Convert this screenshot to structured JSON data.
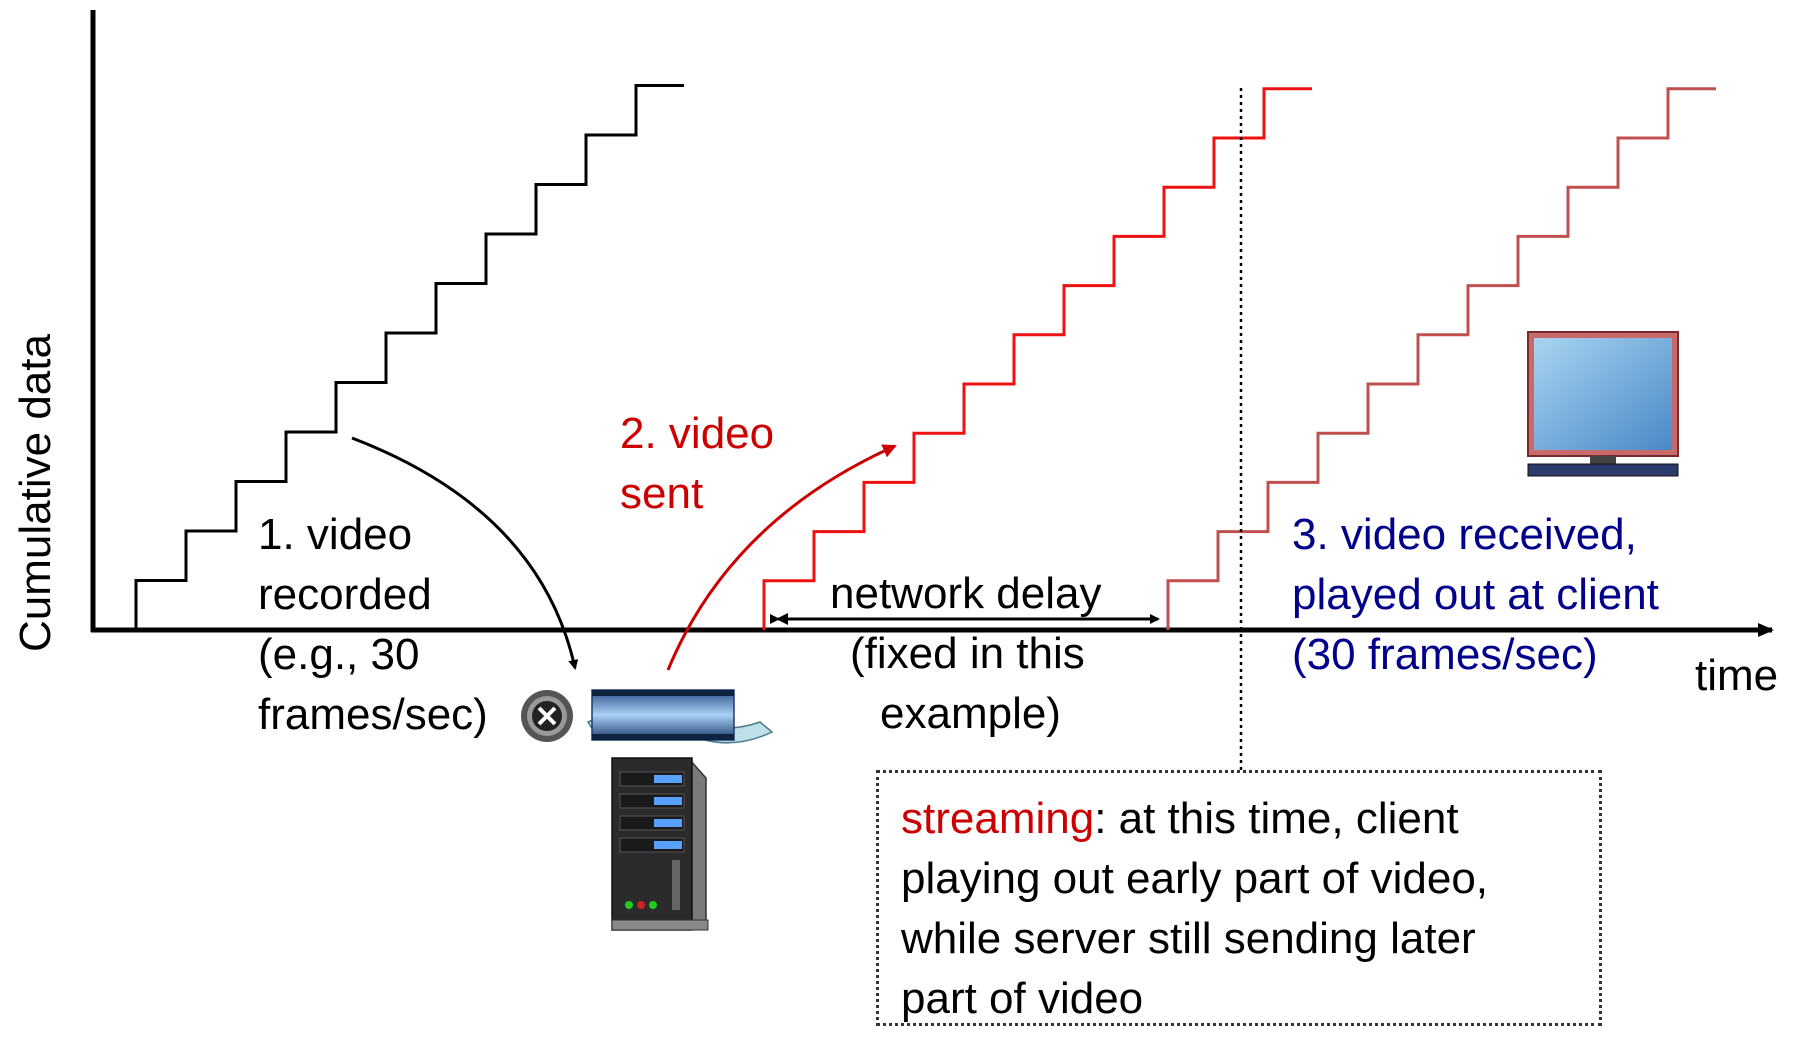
{
  "axes": {
    "y_label": "Cumulative data",
    "x_label": "time"
  },
  "labels": {
    "recorded": [
      "1.  video",
      "recorded",
      "(e.g., 30",
      "frames/sec)"
    ],
    "sent": [
      "2. video",
      "sent"
    ],
    "delay": [
      "network delay",
      "(fixed in this",
      "example)"
    ],
    "received": [
      "3. video received,",
      "played out at client",
      "(30 frames/sec)"
    ]
  },
  "note": {
    "highlight": "streaming",
    "rest_first": ": at this time, client",
    "lines": [
      "playing out early part of video,",
      "while server still sending later",
      "part of video"
    ]
  },
  "colors": {
    "recorded": "#000000",
    "sent": "#ee1111",
    "received": "#c05050",
    "highlight": "#cc0000",
    "client_text": "#00008b"
  },
  "icons": [
    "film-reel-icon",
    "server-icon",
    "monitor-icon"
  ]
}
